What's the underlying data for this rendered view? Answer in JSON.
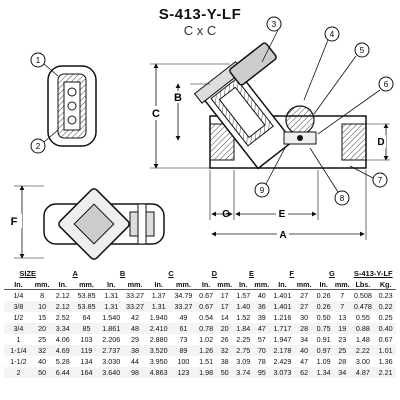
{
  "title": "S-413-Y-LF",
  "subtitle": "C x C",
  "callouts": [
    "1",
    "2",
    "3",
    "4",
    "5",
    "6",
    "7",
    "8",
    "9"
  ],
  "dimension_letters": [
    "A",
    "B",
    "C",
    "D",
    "E",
    "F",
    "G"
  ],
  "table": {
    "groups": [
      "SIZE",
      "A",
      "B",
      "C",
      "D",
      "E",
      "F",
      "G",
      "S-413-Y-LF"
    ],
    "units": [
      "In.",
      "mm.",
      "In.",
      "mm.",
      "In.",
      "mm.",
      "In.",
      "mm.",
      "In.",
      "mm.",
      "In.",
      "mm.",
      "In.",
      "mm.",
      "In.",
      "mm.",
      "Lbs.",
      "Kg."
    ],
    "rows": [
      [
        "1/4",
        "8",
        "2.12",
        "53.85",
        "1.31",
        "33.27",
        "1.37",
        "34.79",
        "0.67",
        "17",
        "1.57",
        "40",
        "1.401",
        "27",
        "0.26",
        "7",
        "0.508",
        "0.23"
      ],
      [
        "3/8",
        "10",
        "2.12",
        "53.85",
        "1.31",
        "33.27",
        "1.31",
        "33.27",
        "0.67",
        "17",
        "1.40",
        "36",
        "1.401",
        "27",
        "0.26",
        "7",
        "0.478",
        "0.22"
      ],
      [
        "1/2",
        "15",
        "2.52",
        "64",
        "1.540",
        "42",
        "1.940",
        "49",
        "0.54",
        "14",
        "1.52",
        "39",
        "1.216",
        "30",
        "0.50",
        "13",
        "0.55",
        "0.25"
      ],
      [
        "3/4",
        "20",
        "3.34",
        "85",
        "1.861",
        "48",
        "2.410",
        "61",
        "0.78",
        "20",
        "1.84",
        "47",
        "1.717",
        "28",
        "0.75",
        "19",
        "0.88",
        "0.40"
      ],
      [
        "1",
        "25",
        "4.06",
        "103",
        "2.206",
        "29",
        "2.880",
        "73",
        "1.02",
        "26",
        "2.25",
        "57",
        "1.947",
        "34",
        "0.91",
        "23",
        "1.48",
        "0.67"
      ],
      [
        "1-1/4",
        "32",
        "4.69",
        "119",
        "2.737",
        "38",
        "3.520",
        "89",
        "1.26",
        "32",
        "2.75",
        "70",
        "2.178",
        "40",
        "0.97",
        "25",
        "2.22",
        "1.01"
      ],
      [
        "1-1/2",
        "40",
        "5.28",
        "134",
        "3.030",
        "44",
        "3.950",
        "100",
        "1.51",
        "38",
        "3.09",
        "78",
        "2.429",
        "47",
        "1.09",
        "28",
        "3.00",
        "1.36"
      ],
      [
        "2",
        "50",
        "6.44",
        "164",
        "3.640",
        "98",
        "4.863",
        "123",
        "1.98",
        "50",
        "3.74",
        "95",
        "3.073",
        "62",
        "1.34",
        "34",
        "4.87",
        "2.21"
      ]
    ]
  }
}
